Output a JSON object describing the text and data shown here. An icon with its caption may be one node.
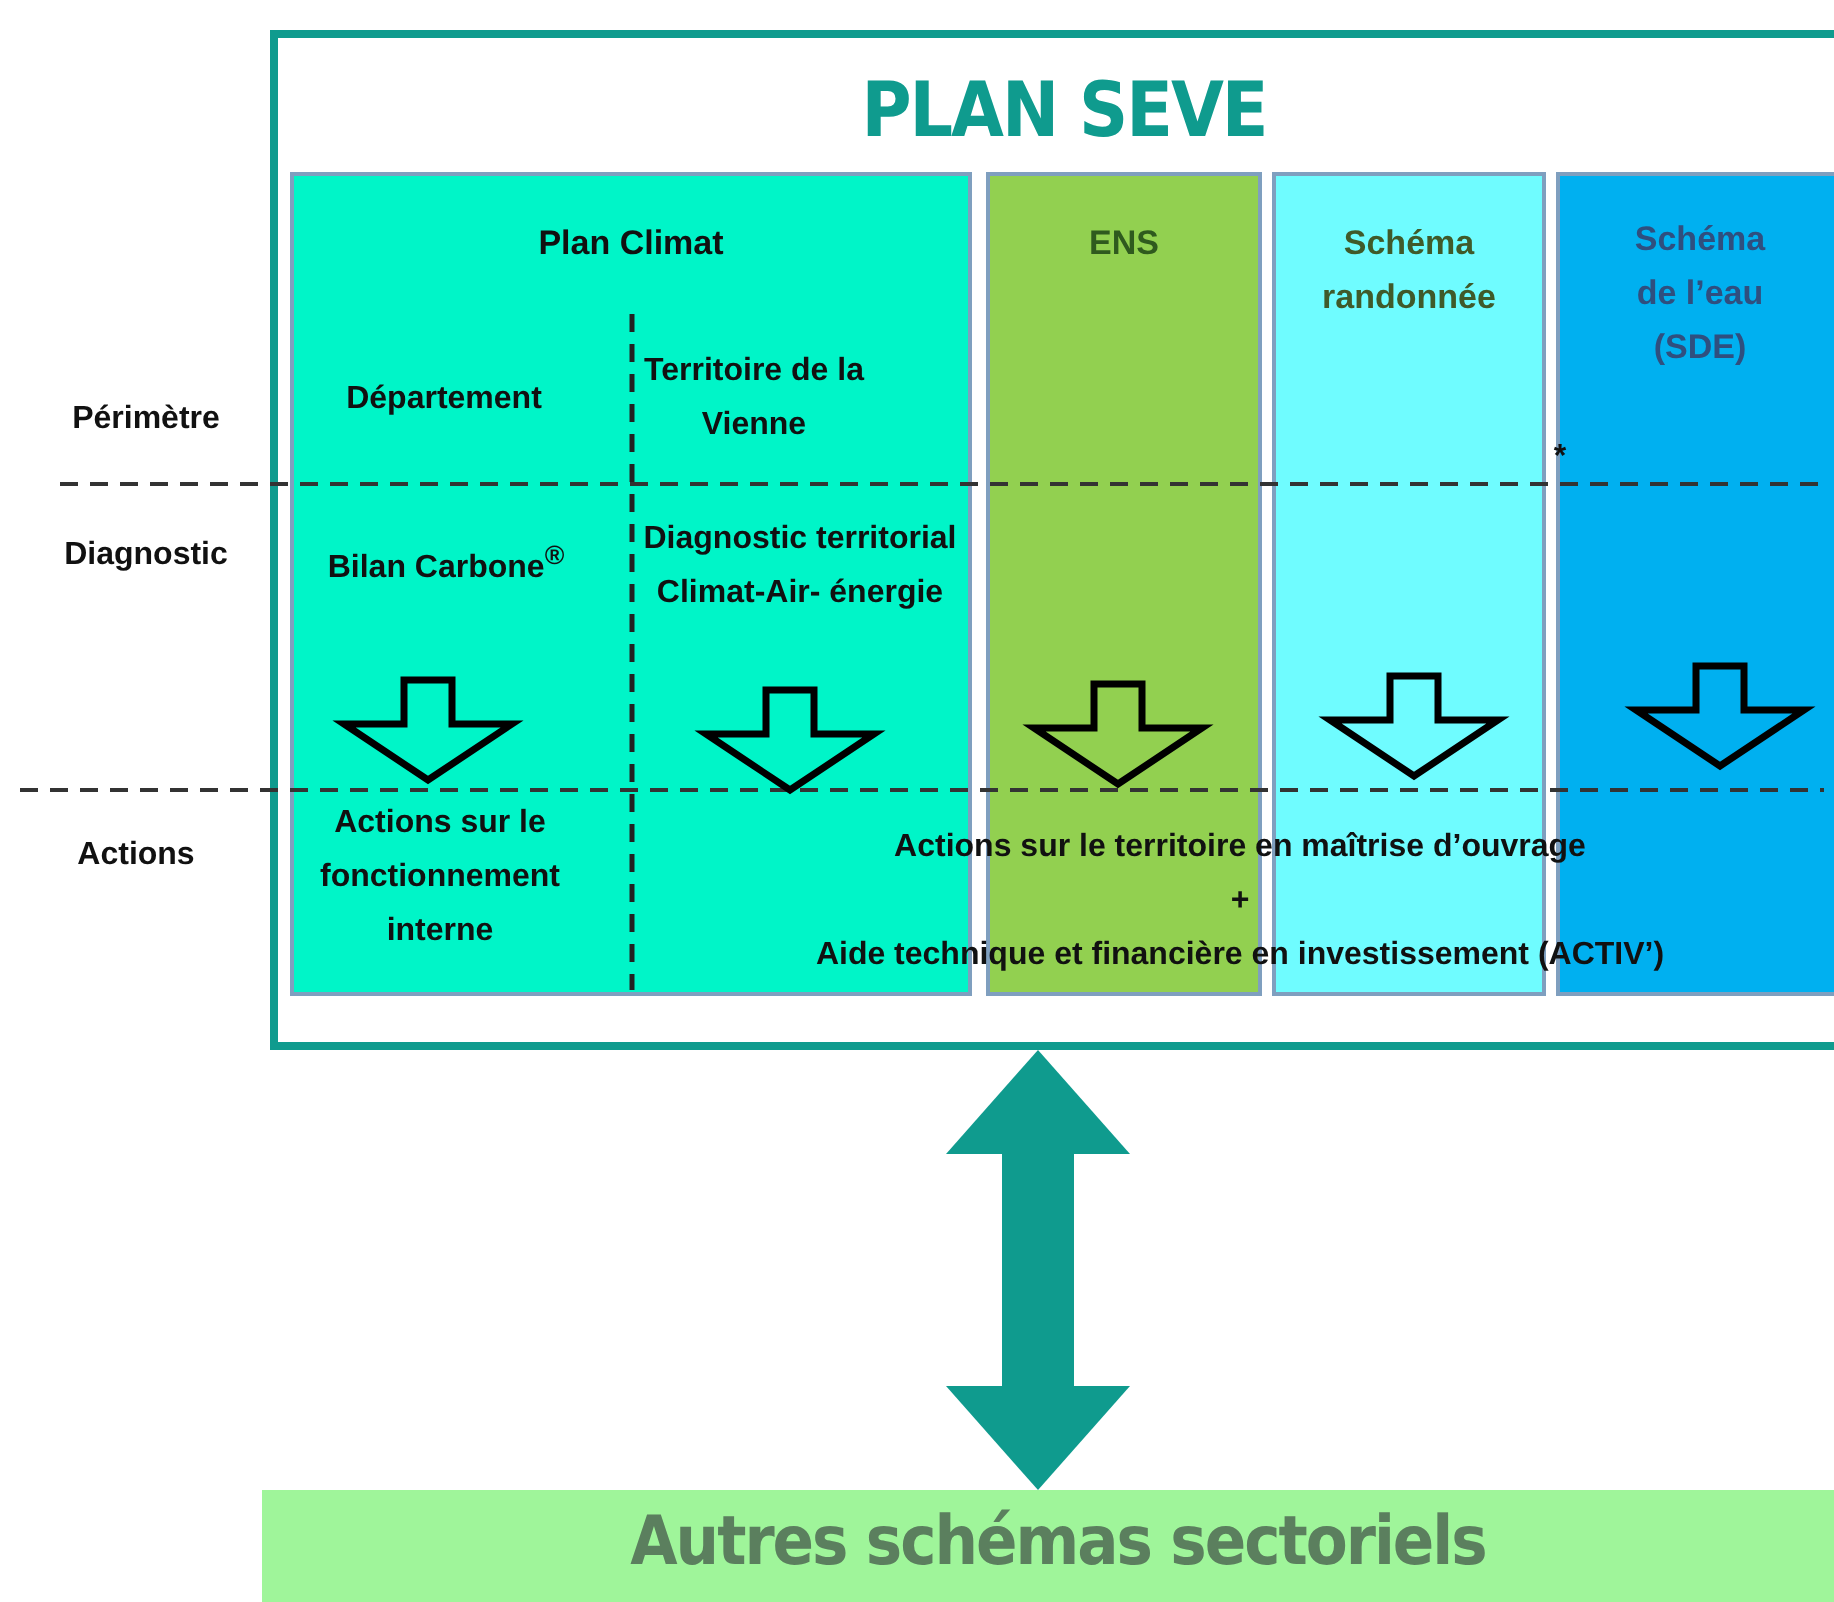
{
  "diagram": {
    "nodes": [
      {
        "text": [
          "PLAN SEVE"
        ]
      },
      {
        "text": [
          "Plan Climat"
        ],
        "in": 0
      },
      {
        "text": [
          "ENS"
        ],
        "in": 0
      },
      {
        "text": [
          "Schéma randonnée"
        ],
        "in": 0
      },
      {
        "text": [
          "Schéma de l’eau (SDE)"
        ],
        "in": 0
      },
      {
        "text": [
          "Autres schémas sectoriels"
        ]
      }
    ],
    "edges": [
      {
        "from": 0,
        "to": 5,
        "arrow": "both"
      }
    ],
    "labels": [
      "Périmètre",
      "Département",
      "Territoire de la Vienne",
      "*",
      "Diagnostic",
      "Bilan Carbone$^{®}$",
      "Diagnostic territorial Climat-Air- énergie",
      "Actions",
      "Actions sur le fonctionnement interne",
      "Actions sur le territoire en maîtrise d’ouvrage",
      "+",
      "Aide technique et financière en investissement (ACTIV’)"
    ]
  }
}
